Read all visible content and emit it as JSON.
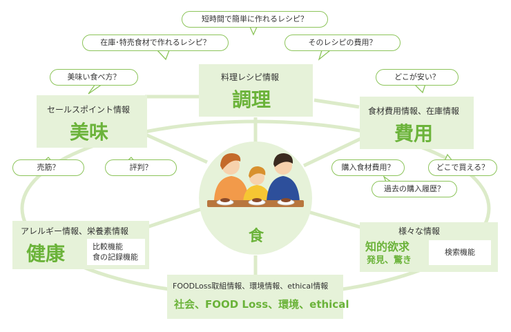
{
  "center": {
    "label": "食"
  },
  "top": {
    "sub": "料理レシピ情報",
    "big": "調理"
  },
  "left": {
    "sub": "セールスポイント情報",
    "big": "美味"
  },
  "right": {
    "sub": "食材費用情報、在庫情報",
    "big": "費用"
  },
  "lower_left": {
    "sub": "アレルギー情報、栄養素情報",
    "big": "健康",
    "items": [
      "比較機能",
      "食の記録機能"
    ]
  },
  "lower_right": {
    "sub": "様々な情報",
    "big_line1": "知的欲求",
    "big_line2": "発見、驚き",
    "items": [
      "検索機能"
    ]
  },
  "bottom": {
    "sub": "FOODLoss取組情報、環境情報、ethical情報",
    "big": "社会、FOOD Loss、環境、ethical"
  },
  "bubbles": {
    "short_time": "短時間で簡単に作れるレシピ？",
    "stock": "在庫･特売食材で作れるレシピ？",
    "cost": "そのレシピの費用？",
    "how_to_eat": "美味い食べ方？",
    "where_cheap": "どこが安い？",
    "sales": "売筋？",
    "reputation": "評判？",
    "purchase_cost": "購入食材費用？",
    "where_buy": "どこで買える？",
    "history": "過去の購入履歴？"
  }
}
